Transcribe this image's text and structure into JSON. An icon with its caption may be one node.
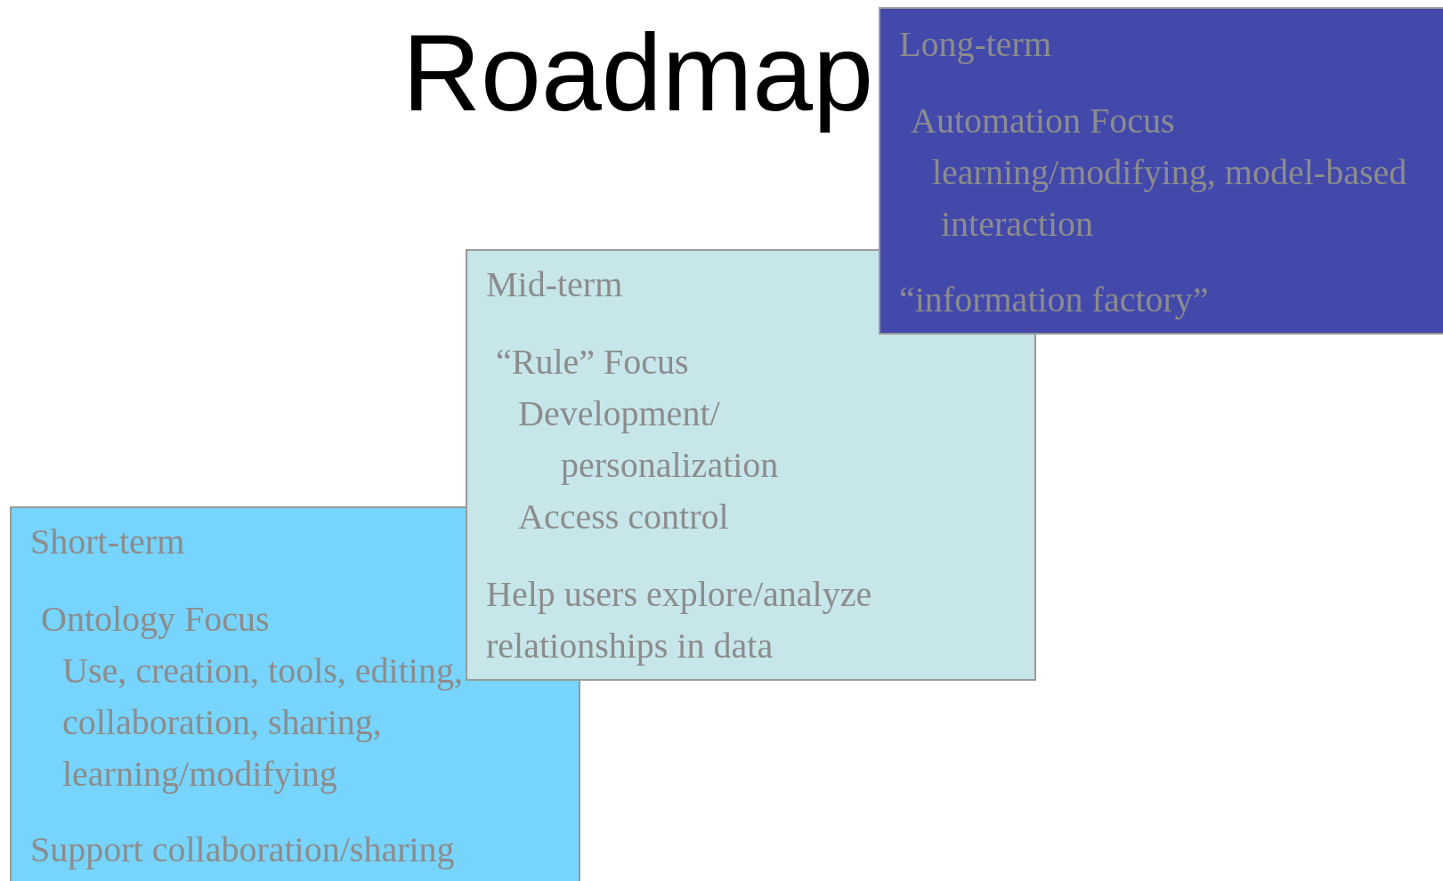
{
  "diagram": {
    "title": "Roadmap",
    "nodes": [
      {
        "text": [
          "Short-term",
          "Ontology Focus",
          "Use, creation, tools, editing, collaboration, sharing, learning/modifying",
          "Support collaboration/sharing"
        ]
      },
      {
        "text": [
          "Mid-term",
          "“Rule” Focus",
          "Development/ personalization",
          "Access control",
          "Help users explore/analyze relationships in data"
        ]
      },
      {
        "text": [
          "Long-term",
          "Automation Focus",
          "learning/modifying, model-based interaction",
          "“information factory”"
        ]
      }
    ],
    "edges": []
  }
}
